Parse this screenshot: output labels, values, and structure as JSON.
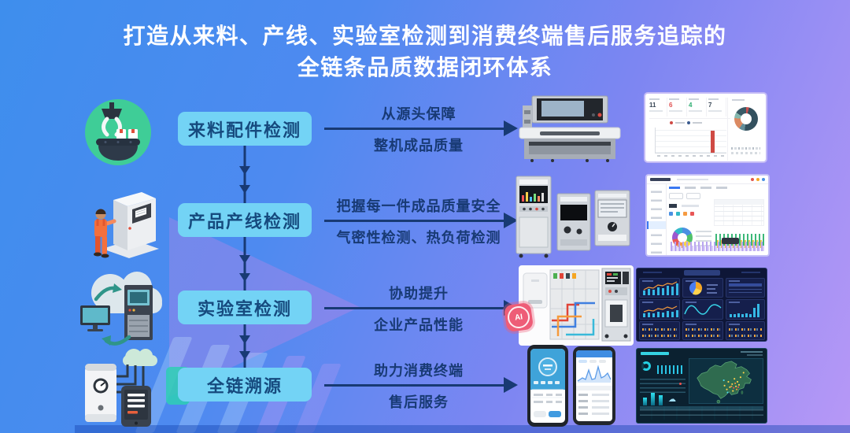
{
  "title": {
    "line1": "打造从来料、产线、实验室检测到消费终端售后服务追踪的",
    "line2": "全链条品质数据闭环体系"
  },
  "flow": {
    "rows": [
      {
        "label": "来料配件检测",
        "arrow_top": "从源头保障",
        "arrow_bottom": "整机成品质量",
        "icon": "claw-conveyor-icon"
      },
      {
        "label": "产品产线检测",
        "arrow_top": "把握每一件成品质量安全",
        "arrow_bottom": "气密性检测、热负荷检测",
        "icon": "worker-inspection-machine-icon"
      },
      {
        "label": "实验室检测",
        "arrow_top": "协助提升",
        "arrow_bottom": "企业产品性能",
        "icon": "cloud-server-sync-icon"
      },
      {
        "label": "全链溯源",
        "arrow_top": "助力消费终端",
        "arrow_bottom": "售后服务",
        "icon": "water-heater-phone-icon"
      }
    ]
  },
  "ai_badge": {
    "label": "AI"
  },
  "d1_stats": {
    "values": [
      "11",
      "6",
      "4",
      "7"
    ]
  },
  "colors": {
    "stage_box_bg": "#73d3f5",
    "flow_ink": "#183a74",
    "title_text": "#ffffff",
    "ai_badge_bg": "#ee5d77",
    "icon_circle_bg": "#3fcd97",
    "dark_dashboard_bg": "#0e1637",
    "map_dashboard_bg": "#0b2130"
  }
}
